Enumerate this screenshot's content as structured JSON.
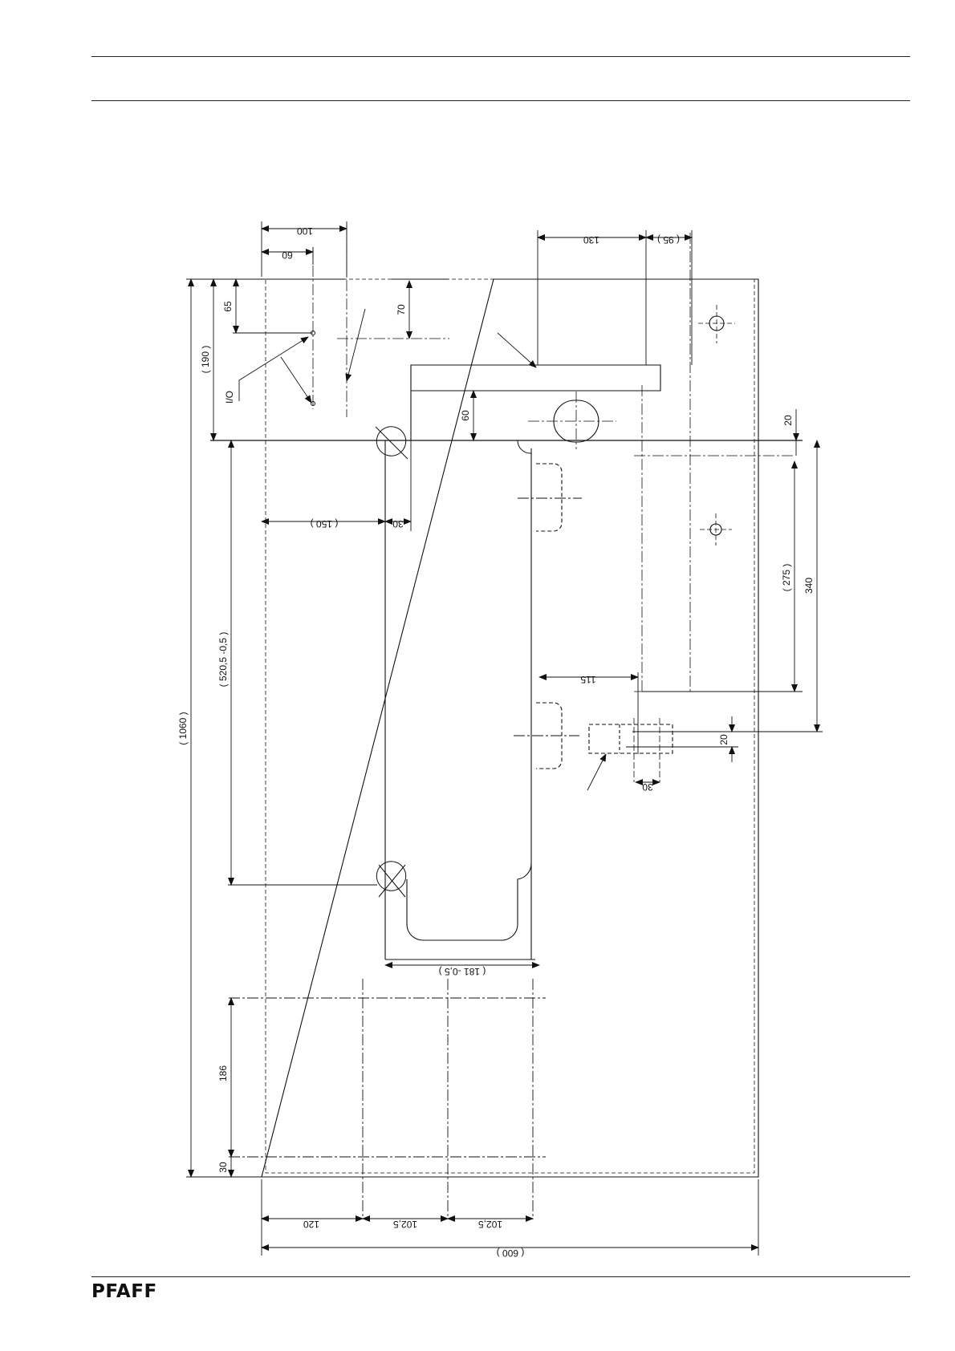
{
  "brand": "PFAFF",
  "drawing": {
    "switch_label": "I/O",
    "top": {
      "d100": "100",
      "d60": "60",
      "d130": "130",
      "d95": "( 95 )"
    },
    "left": {
      "d65": "65",
      "d190": "( 190 )",
      "d1060": "( 1060 )",
      "d520": "( 520,5 -0,5 )",
      "d186": "186",
      "d30": "30"
    },
    "inner": {
      "d70": "70",
      "d60b": "60",
      "d150": "( 150 )",
      "d30b": "30",
      "d115": "115",
      "d181": "( 181 -0,5 )",
      "d30c": "30",
      "d20b": "20"
    },
    "right": {
      "d20": "20",
      "d275": "( 275 )",
      "d340": "340"
    },
    "bottom": {
      "d120": "120",
      "d102a": "102,5",
      "d102b": "102,5",
      "d600": "( 600 )"
    }
  }
}
